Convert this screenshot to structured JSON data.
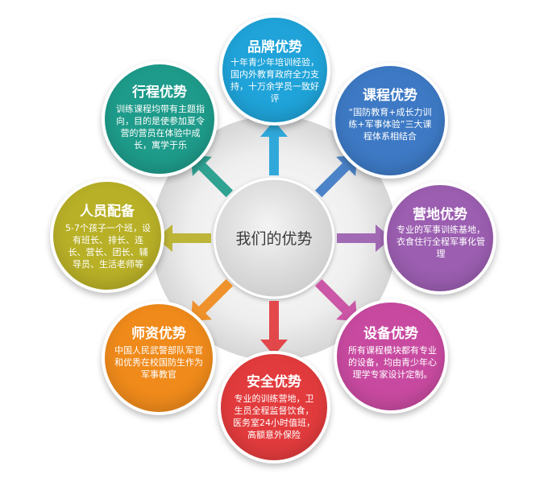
{
  "center": {
    "label": "我们的优势"
  },
  "nodes": [
    {
      "id": "brand",
      "title": "品牌优势",
      "body": "十年青少年培训经验，国内外教育政府全力支持，十万余学员一致好评",
      "color": "#1fa3d8"
    },
    {
      "id": "course",
      "title": "课程优势",
      "body": "“国防教育+成长力训练+军事体验”三大课程体系相结合",
      "color": "#3d79c4"
    },
    {
      "id": "camp",
      "title": "营地优势",
      "body": "专业的军事训练基地，衣食住行全程军事化管理",
      "color": "#9b5eb0"
    },
    {
      "id": "equipment",
      "title": "设备优势",
      "body": "所有课程模块都有专业的设备，均由青少年心理学专家设计定制。",
      "color": "#c84aa0"
    },
    {
      "id": "safety",
      "title": "安全优势",
      "body": "专业的训练营地，卫生员全程监督饮食，医务室24小时值班，高额意外保险",
      "color": "#e23b3d"
    },
    {
      "id": "teacher",
      "title": "师资优势",
      "body": "中国人民武警部队军官和优秀在校国防生作为军事教官",
      "color": "#ef8a1b"
    },
    {
      "id": "staff",
      "title": "人员配备",
      "body": "5-7个孩子一个班，设有班长、排长、连长、营长、团长、辅导员、生活老师等",
      "color": "#b8b027"
    },
    {
      "id": "itinerary",
      "title": "行程优势",
      "body": "训练课程均带有主题指向，目的是使参加夏令营的营员在体验中成长，寓学于乐",
      "color": "#1e9b8a"
    }
  ]
}
